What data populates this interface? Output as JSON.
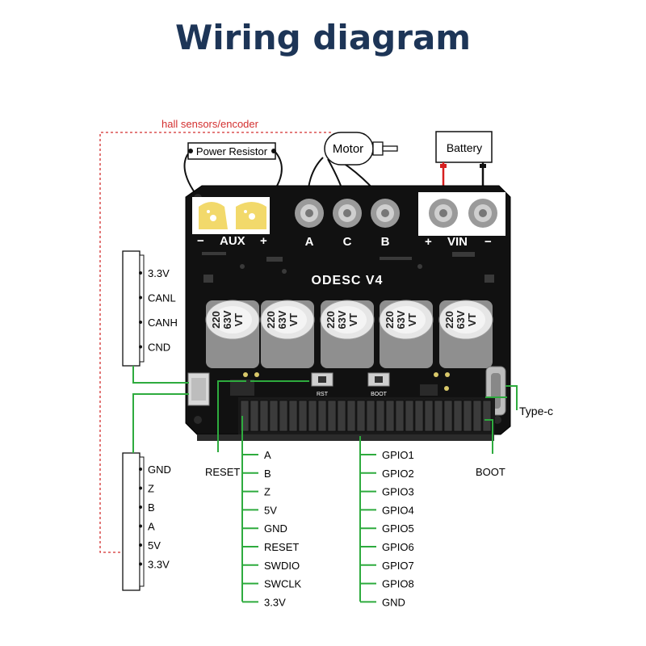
{
  "title": "Wiring diagram",
  "labels": {
    "hall": "hall sensors/encoder",
    "power_resistor": "Power Resistor",
    "motor": "Motor",
    "battery": "Battery",
    "board_name": "ODESC V4",
    "type_c": "Type-c",
    "reset": "RESET",
    "boot": "BOOT",
    "rst_silk": "RST",
    "boot_silk": "BOOT"
  },
  "board_silk": {
    "aux_minus": "−",
    "aux": "AUX",
    "aux_plus": "+",
    "motor_a": "A",
    "motor_c": "C",
    "motor_b": "B",
    "vin_plus": "+",
    "vin": "VIN",
    "vin_minus": "−"
  },
  "capacitor": {
    "lines": [
      "220",
      "63V",
      "VT"
    ]
  },
  "can_connector": [
    "3.3V",
    "CANL",
    "CANH",
    "CND"
  ],
  "encoder_connector": [
    "GND",
    "Z",
    "B",
    "A",
    "5V",
    "3.3V"
  ],
  "left_pins": [
    "A",
    "B",
    "Z",
    "5V",
    "GND",
    "RESET",
    "SWDIO",
    "SWCLK",
    "3.3V"
  ],
  "gpio_pins": [
    "GPIO1",
    "GPIO2",
    "GPIO3",
    "GPIO4",
    "GPIO5",
    "GPIO6",
    "GPIO7",
    "GPIO8",
    "GND"
  ],
  "colors": {
    "title": "#1d3557",
    "board": "#111111",
    "wire": "#2eab3e",
    "hall_dash": "#d32f2f",
    "pad": "#f2d96b",
    "battery_red": "#d61f1f"
  }
}
